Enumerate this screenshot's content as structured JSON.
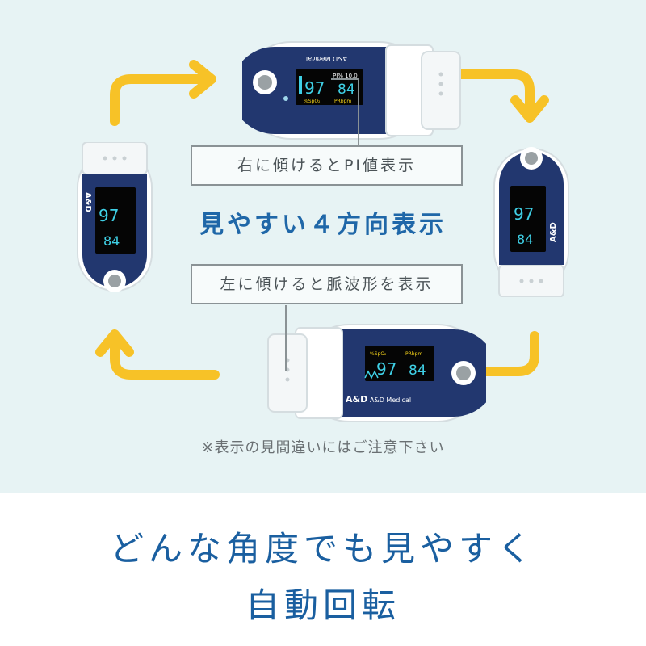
{
  "labels": {
    "pi": "右に傾けるとPI値表示",
    "waveform": "左に傾けると脈波形を表示"
  },
  "headline": "見やすい４方向表示",
  "note": "※表示の見間違いにはご注意下さい",
  "bottom": {
    "line1": "どんな角度でも見やすく",
    "line2": "自動回転"
  },
  "device": {
    "brand_logo": "A&D",
    "brand_name": "A&D Medical",
    "spo2": "97",
    "pulse_rate": "84",
    "spo2_label": "%SpO₂",
    "pr_label": "PRbpm",
    "pi_text": "PI% 10.0"
  },
  "colors": {
    "background": "#e7f3f4",
    "device_navy": "#22376f",
    "accent_yellow": "#f7c227",
    "heading_blue": "#1f67a8",
    "screen_cyan": "#3fd0e6",
    "screen_yellow": "#f5d21a"
  }
}
